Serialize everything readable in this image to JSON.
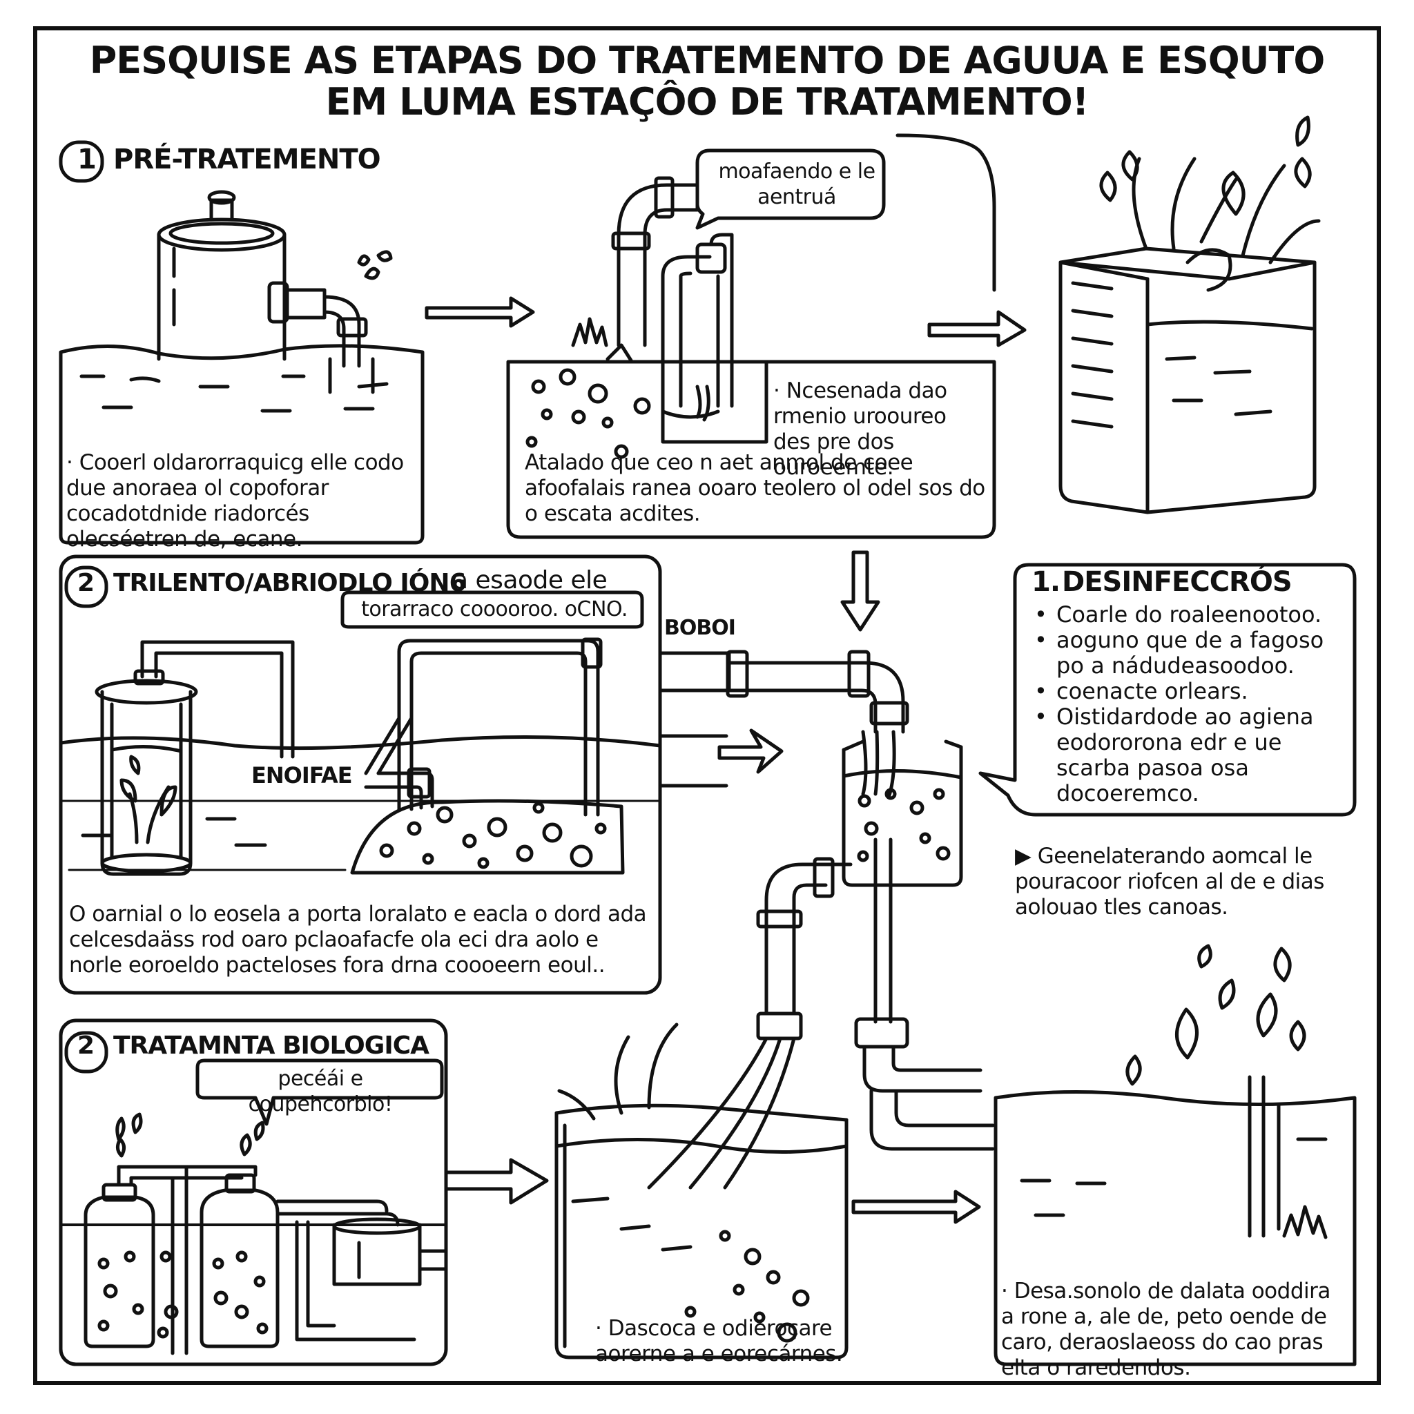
{
  "title": {
    "line1": "PESQUISE AS ETAPAS DO TRATEMENTO DE AGUUA E ESQUTO",
    "line2": "EM LUMA ESTAÇÔO DE TRATAMENTO!"
  },
  "section1": {
    "number": "1",
    "heading": "PRÉ-TRATEMENTO",
    "body": "· Cooerl oldarorraquicg elle codo due anoraea ol copoforar cocadotdnide riadorcés olecséetren de, ecane.",
    "pipe_callout": "moafaendo e le aentruá",
    "tank_note": "· Ncesenada dao rmenio urooureo des pre dos ouroeemte.",
    "tank_note_cont": "Atalado que ceo n aet anmol de coee afoofalais ranea ooaro teolero ol odel sos do o escata acdites."
  },
  "section2a": {
    "number": "2",
    "heading": "TRILENTO/ABRIODLO IÓN6",
    "heading_tail": "a esaode ele",
    "sub": "torarraco cooooroo. oCNO.",
    "tank_label": "ENOIFAE",
    "pipe_label": "BOBOI",
    "body": "O oarnial o lo eosela a porta loralato e eacla o dord ada celcesdaäss rod oaro pclaoafacfe ola eci dra aolo e norle eoroeldo pacteloses fora drna coooeern eoul.."
  },
  "section2b": {
    "number": "2",
    "heading": "TRATAMNTA BIOLOGICA",
    "callout": "pecéái e coupehcorbio!",
    "basin_note": "· Dascoca e odieroçare aorerne a e eorecárnes."
  },
  "section3": {
    "number": "1.",
    "heading": "DESINFECCRÓS",
    "bullets": [
      "Coarle do roaleenootoo.",
      "aoguno que de a fagoso po a nádudeasoodoo.",
      "coenacte orlears.",
      "Oistidardode ao agiena eodororona edr e ue scarba pasoa osa docoeremco."
    ],
    "side_note": "▶ Geenelaterando aomcal le pouracoor riofcen al de e dias aolouao tles canoas.",
    "final_note": "· Desa.sonolo de dalata ooddira a rone a, ale de, peto oende de caro, deraoslaeoss do cao pras elta o raredendos."
  },
  "colors": {
    "ink": "#111111",
    "paper": "#ffffff"
  }
}
